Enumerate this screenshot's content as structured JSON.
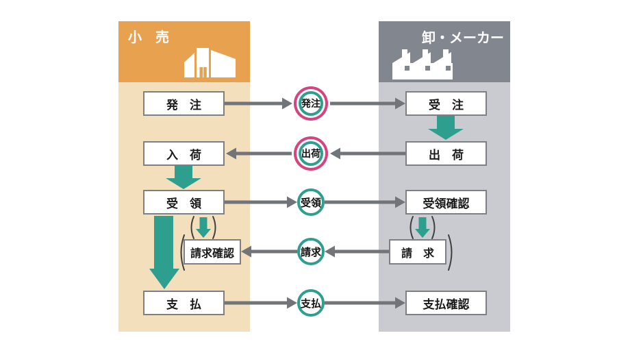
{
  "diagram": {
    "title_implicit": "EDI order-to-payment flow between retail and wholesale/maker",
    "columns": {
      "retail": {
        "title": "小　売",
        "icon": "store-icon",
        "header_color": "#E8A24F",
        "body_color": "#F3DFBC"
      },
      "wholesale": {
        "title": "卸・メーカー",
        "icon": "factory-icon",
        "header_color": "#82868E",
        "body_color": "#C9CBD0"
      }
    },
    "rows": [
      {
        "left_label": "発　注",
        "message": "発注",
        "right_label": "受　注",
        "direction": "retail-to-wholesale",
        "message_ring": "pink-teal",
        "optional": false
      },
      {
        "left_label": "入　荷",
        "message": "出荷",
        "right_label": "出　荷",
        "direction": "wholesale-to-retail",
        "message_ring": "pink-teal",
        "optional": false
      },
      {
        "left_label": "受　領",
        "message": "受領",
        "right_label": "受領確認",
        "direction": "retail-to-wholesale",
        "message_ring": "teal",
        "optional": false
      },
      {
        "left_label": "請求確認",
        "message": "請求",
        "right_label": "請　求",
        "direction": "wholesale-to-retail",
        "message_ring": "teal",
        "optional": true
      },
      {
        "left_label": "支　払",
        "message": "支払",
        "right_label": "支払確認",
        "direction": "retail-to-wholesale",
        "message_ring": "teal",
        "optional": false
      }
    ],
    "vertical_flows": [
      {
        "from": "受注",
        "to": "出荷",
        "column": "wholesale",
        "style": "block-arrow"
      },
      {
        "from": "入荷",
        "to": "受領",
        "column": "retail",
        "style": "block-arrow"
      },
      {
        "from": "受領",
        "to": "支払",
        "column": "retail",
        "style": "long-block-arrow"
      },
      {
        "from": "受領",
        "to": "請求確認",
        "column": "retail",
        "style": "small-arrow-parenthesized"
      },
      {
        "from": "受領確認",
        "to": "請求",
        "column": "wholesale",
        "style": "small-arrow-parenthesized"
      }
    ],
    "colors": {
      "accent_teal": "#2E9E8F",
      "accent_pink": "#D34480",
      "arrow_gray": "#717579",
      "box_border": "#7C8085",
      "paren_stroke": "#3F3F3F",
      "text": "#1A1A1A",
      "header_text": "#FFFFFF"
    }
  }
}
